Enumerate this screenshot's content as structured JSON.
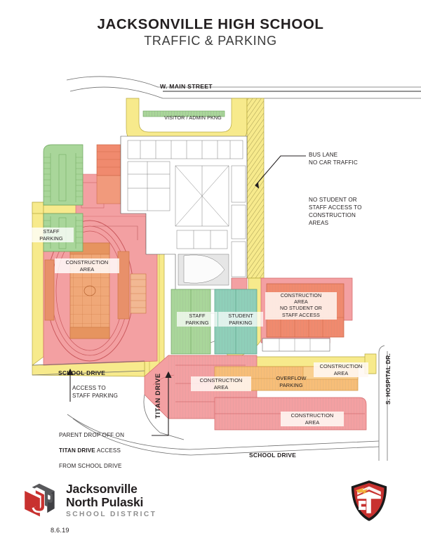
{
  "header": {
    "title_main": "JACKSONVILLE HIGH SCHOOL",
    "title_sub": "TRAFFIC & PARKING"
  },
  "map": {
    "roads": [
      {
        "name": "w-main-street",
        "label": "W. MAIN STREET"
      },
      {
        "name": "titan-drive",
        "label": "TITAN DRIVE"
      },
      {
        "name": "school-drive-west",
        "label": "SCHOOL DRIVE"
      },
      {
        "name": "school-drive-south",
        "label": "SCHOOL DRIVE"
      },
      {
        "name": "s-hospital-drive",
        "label": "S. HOSPITAL DR."
      }
    ],
    "areas": [
      {
        "name": "staff-parking-west",
        "label": "STAFF\nPARKING",
        "color": "#a9d69a",
        "kind": "parking"
      },
      {
        "name": "visitor-admin-parking",
        "label": "VISITOR / ADMIN PKNG",
        "color": "#a9d69a",
        "kind": "parking"
      },
      {
        "name": "staff-parking-center",
        "label": "STAFF\nPARKING",
        "color": "#a9d69a",
        "kind": "parking"
      },
      {
        "name": "student-parking",
        "label": "STUDENT\nPARKING",
        "color": "#8fcfb9",
        "kind": "parking"
      },
      {
        "name": "overflow-parking",
        "label": "OVERFLOW\nPARKING",
        "color": "#f7be78",
        "kind": "parking"
      },
      {
        "name": "construction-stadium",
        "label": "CONSTRUCTION\nAREA",
        "color": "#f3a0a2",
        "kind": "construction"
      },
      {
        "name": "construction-no-access",
        "label": "CONSTRUCTION\nAREA\nNO STUDENT OR\nSTAFF ACCESS",
        "color": "#f08a6e",
        "kind": "construction"
      },
      {
        "name": "construction-southwest",
        "label": "CONSTRUCTION\nAREA",
        "color": "#f3a0a2",
        "kind": "construction"
      },
      {
        "name": "construction-northeast",
        "label": "CONSTRUCTION\nAREA",
        "color": "#f7be78",
        "kind": "construction"
      },
      {
        "name": "construction-south",
        "label": "CONSTRUCTION\nAREA",
        "color": "#f3a0a2",
        "kind": "construction"
      }
    ],
    "annotations": [
      {
        "name": "bus-lane-note",
        "text": "BUS LANE\nNO CAR TRAFFIC"
      },
      {
        "name": "no-access-note",
        "text": "NO STUDENT OR\nSTAFF ACCESS TO\nCONSTRUCTION\nAREAS"
      },
      {
        "name": "staff-access-note",
        "text": "ACCESS TO\nSTAFF PARKING"
      },
      {
        "name": "parent-dropoff-line1",
        "text": "PARENT DROP OFF ON"
      },
      {
        "name": "parent-dropoff-road",
        "text": "TITAN DRIVE"
      },
      {
        "name": "parent-dropoff-line2",
        "text": " ACCESS"
      },
      {
        "name": "parent-dropoff-line3",
        "text": "FROM SCHOOL DRIVE"
      }
    ],
    "colors": {
      "road_yellow": "#f7ea8c",
      "parking_green": "#a9d69a",
      "parking_teal": "#8fcfb9",
      "construction_pink": "#f3a0a2",
      "construction_orange": "#f08a6e",
      "overflow_orange": "#f7be78",
      "building_outline": "#4d4d4d"
    }
  },
  "footer": {
    "district_line1": "Jacksonville",
    "district_line2": "North Pulaski",
    "district_line3": "SCHOOL DISTRICT",
    "date": "8.6.19",
    "logo_name": "jnpsd-logo",
    "crest_name": "titans-crest-logo"
  }
}
